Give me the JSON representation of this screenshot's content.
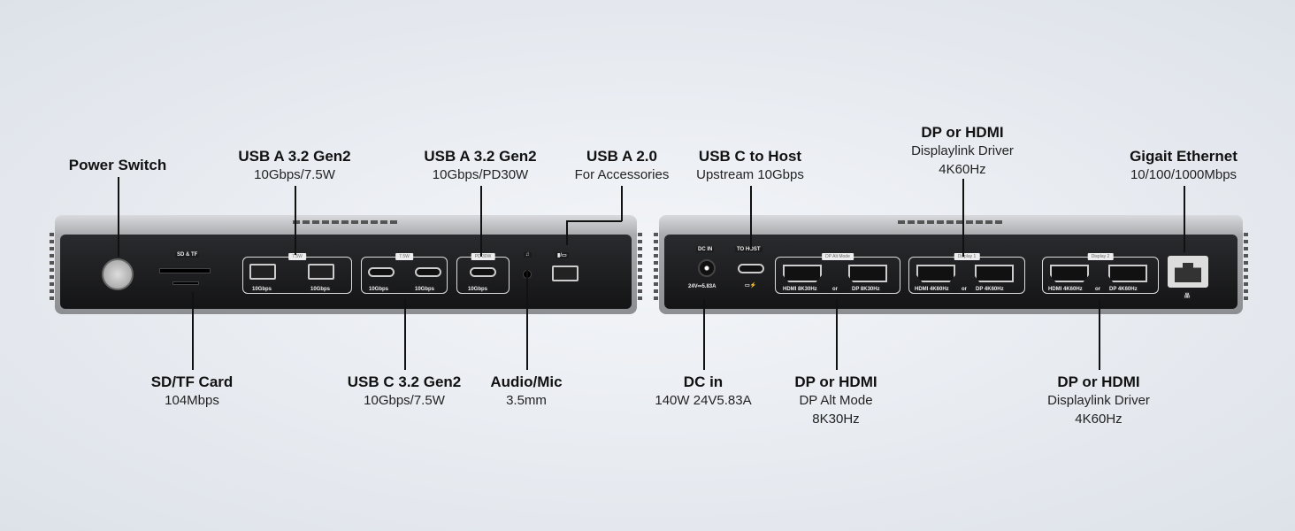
{
  "top_labels": [
    {
      "title": "Power Switch",
      "sub": []
    },
    {
      "title": "USB A 3.2 Gen2",
      "sub": [
        "10Gbps/7.5W"
      ]
    },
    {
      "title": "USB A 3.2 Gen2",
      "sub": [
        "10Gbps/PD30W"
      ]
    },
    {
      "title": "USB A 2.0",
      "sub": [
        "For Accessories"
      ]
    },
    {
      "title": "USB C to Host",
      "sub": [
        "Upstream 10Gbps"
      ]
    },
    {
      "title": "DP or HDMI",
      "sub": [
        "Displaylink Driver",
        "4K60Hz"
      ]
    },
    {
      "title": "Gigait Ethernet",
      "sub": [
        "10/100/1000Mbps"
      ]
    }
  ],
  "bottom_labels": [
    {
      "title": "SD/TF Card",
      "sub": [
        "104Mbps"
      ]
    },
    {
      "title": "USB C 3.2 Gen2",
      "sub": [
        "10Gbps/7.5W"
      ]
    },
    {
      "title": "Audio/Mic",
      "sub": [
        "3.5mm"
      ]
    },
    {
      "title": "DC in",
      "sub": [
        "140W 24V5.83A"
      ]
    },
    {
      "title": "DP or HDMI",
      "sub": [
        "DP Alt Mode",
        "8K30Hz"
      ]
    },
    {
      "title": "DP or HDMI",
      "sub": [
        "Displaylink Driver",
        "4K60Hz"
      ]
    }
  ],
  "front_panel": {
    "card_label": "SD & TF",
    "usba_tag": "7.5W",
    "usbc_tag": "7.5W",
    "pd_tag": "PD 30W",
    "speed": "10Gbps"
  },
  "rear_panel": {
    "dc_in": "DC IN",
    "dc_rating": "24V⎓5.83A",
    "to_host": "TO HOST",
    "alt_tag": "DP Alt Mode",
    "disp1": "Display 1",
    "disp2": "Display 2",
    "hdmi8k": "HDMI 8K30Hz",
    "dp8k": "DP 8K30Hz",
    "hdmi4k": "HDMI 4K60Hz",
    "dp4k": "DP 4K60Hz",
    "or": "or"
  }
}
